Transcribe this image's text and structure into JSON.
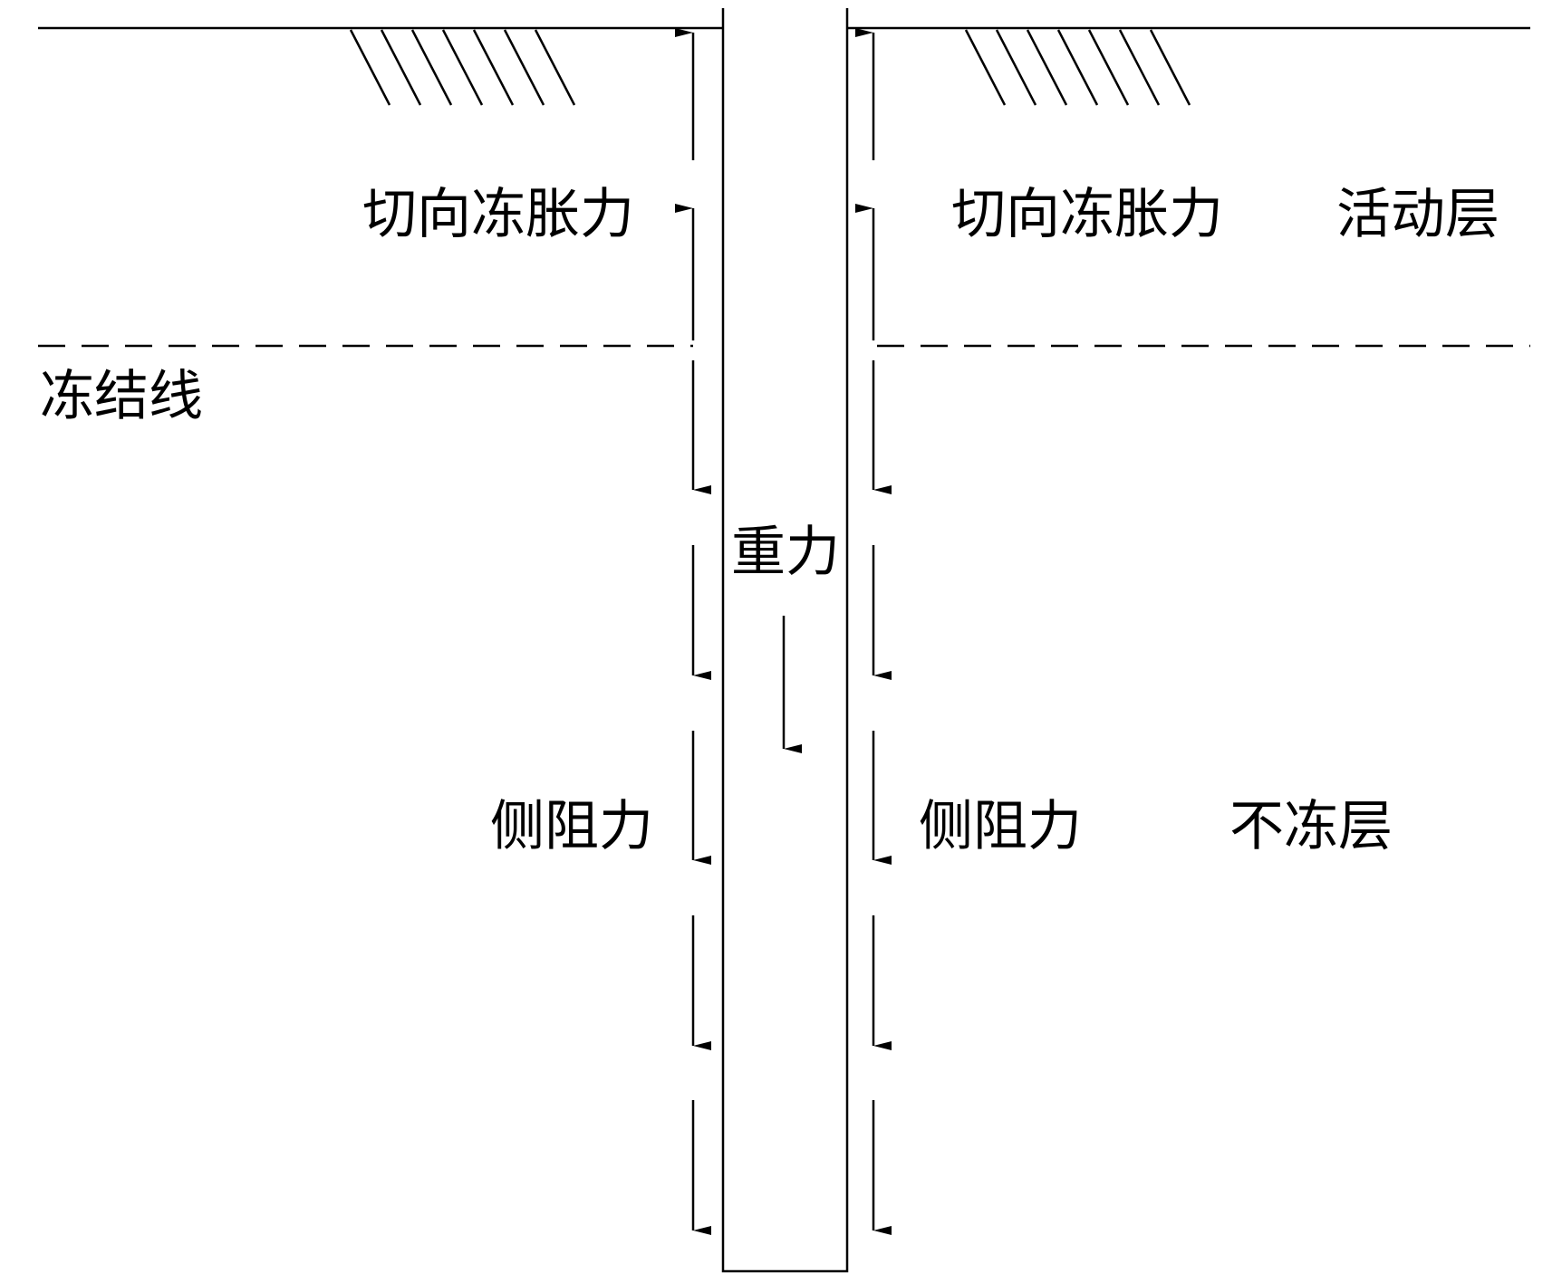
{
  "labels": {
    "tangential_frost_heave_left": "切向冻胀力",
    "tangential_frost_heave_right": "切向冻胀力",
    "active_layer": "活动层",
    "freezing_line": "冻结线",
    "gravity": "重力",
    "side_resistance_left": "侧阻力",
    "side_resistance_right": "侧阻力",
    "unfrozen_layer": "不冻层"
  },
  "colors": {
    "stroke": "#000000",
    "background": "#ffffff"
  }
}
